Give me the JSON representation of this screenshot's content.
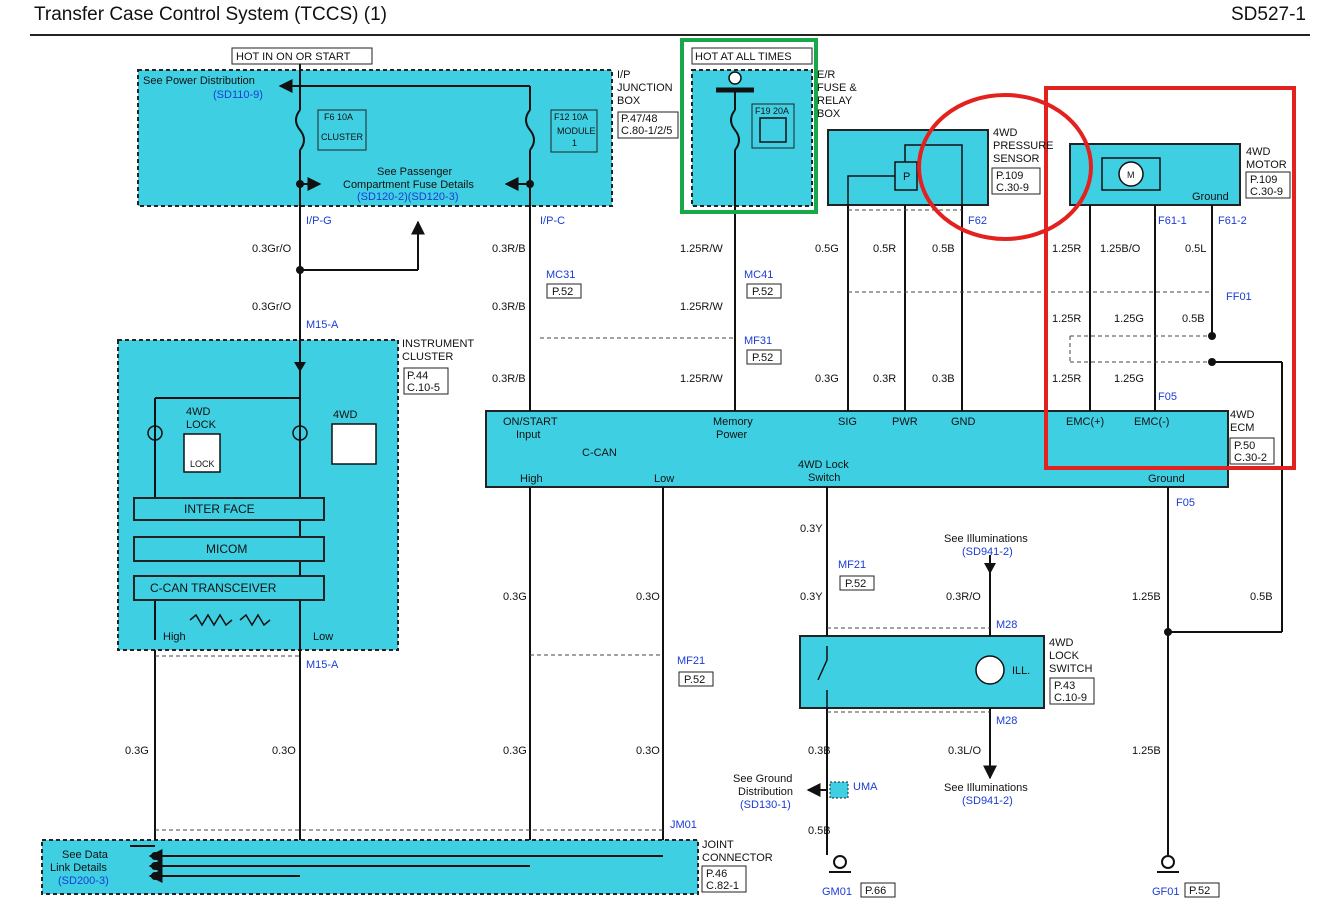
{
  "header": {
    "title": "Transfer Case Control System (TCCS) (1)",
    "code": "SD527-1"
  },
  "power": {
    "hot_on_start": "HOT IN ON OR START",
    "hot_all_times": "HOT AT ALL TIMES"
  },
  "ip_box": {
    "name": [
      "I/P",
      "JUNCTION",
      "BOX"
    ],
    "ref": [
      "P.47/48",
      "C.80-1/2/5"
    ],
    "see_power": "See Power Distribution",
    "see_power_ref": "(SD110-9)",
    "fuse1": [
      "F6 10A",
      "CLUSTER"
    ],
    "fuse2": [
      "F12 10A",
      "MODULE",
      "1"
    ],
    "see_passenger": [
      "See Passenger",
      "Compartment Fuse Details"
    ],
    "see_passenger_ref": "(SD120-2)(SD120-3)"
  },
  "er_box": {
    "name": [
      "E/R",
      "FUSE &",
      "RELAY",
      "BOX"
    ],
    "fuse": "F19 20A"
  },
  "pressure_sensor": {
    "name": [
      "4WD",
      "PRESSURE",
      "SENSOR"
    ],
    "ref": [
      "P.109",
      "C.30-9"
    ],
    "letter": "P",
    "conn": "F62"
  },
  "motor": {
    "name": [
      "4WD",
      "MOTOR"
    ],
    "ref": [
      "P.109",
      "C.30-9"
    ],
    "letter": "M",
    "ground": "Ground",
    "conn1": "F61-1",
    "conn2": "F61-2"
  },
  "cluster": {
    "name": [
      "INSTRUMENT",
      "CLUSTER"
    ],
    "ref": [
      "P.44",
      "C.10-5"
    ],
    "lock_label": [
      "4WD",
      "LOCK"
    ],
    "lock_word": "LOCK",
    "fourwd": "4WD",
    "interface": "INTER FACE",
    "micom": "MICOM",
    "transceiver": "C-CAN TRANSCEIVER",
    "high": "High",
    "low": "Low"
  },
  "ecm": {
    "name": [
      "4WD",
      "ECM"
    ],
    "ref": [
      "P.50",
      "C.30-2"
    ],
    "on_start": [
      "ON/START",
      "Input"
    ],
    "memory": [
      "Memory",
      "Power"
    ],
    "sig": "SIG",
    "pwr": "PWR",
    "gnd": "GND",
    "emc_plus": "EMC(+)",
    "emc_minus": "EMC(-)",
    "ccan": "C-CAN",
    "high": "High",
    "low": "Low",
    "lock_switch": [
      "4WD Lock",
      "Switch"
    ],
    "ground": "Ground"
  },
  "lock_switch": {
    "name": [
      "4WD",
      "LOCK",
      "SWITCH"
    ],
    "ref": [
      "P.43",
      "C.10-9"
    ],
    "ill": "ILL.",
    "conn": "M28"
  },
  "illum": {
    "top": "See Illuminations",
    "top_ref": "(SD941-2)",
    "bottom": "See Illuminations",
    "bottom_ref": "(SD941-2)"
  },
  "ground_dist": {
    "text": [
      "See Ground",
      "Distribution"
    ],
    "ref": "(SD130-1)",
    "conn": "UMA"
  },
  "joint": {
    "name": [
      "JOINT",
      "CONNECTOR"
    ],
    "ref": [
      "P.46",
      "C.82-1"
    ],
    "see_dl": [
      "See Data",
      "Link Details"
    ],
    "see_dl_ref": "(SD200-3)",
    "conn": "JM01"
  },
  "grounds": {
    "gm01": "GM01",
    "gm01_ref": "P.66",
    "gf01": "GF01",
    "gf01_ref": "P.52"
  },
  "connectors": {
    "ipg": "I/P-G",
    "ipc": "I/P-C",
    "mc31": "MC31",
    "mc41": "MC41",
    "mf31": "MF31",
    "m15a": "M15-A",
    "ff01": "FF01",
    "f05": "F05",
    "mf21": "MF21",
    "p52": "P.52"
  },
  "wires": {
    "gro": "0.3Gr/O",
    "rb": "0.3R/B",
    "rw": "1.25R/W",
    "g05": "0.5G",
    "r05": "0.5R",
    "b05": "0.5B",
    "r125": "1.25R",
    "bo125": "1.25B/O",
    "l05": "0.5L",
    "g125": "1.25G",
    "g03": "0.3G",
    "r03": "0.3R",
    "b03": "0.3B",
    "o03": "0.3O",
    "y03": "0.3Y",
    "ro03": "0.3R/O",
    "b125": "1.25B",
    "lo03": "0.3L/O"
  }
}
